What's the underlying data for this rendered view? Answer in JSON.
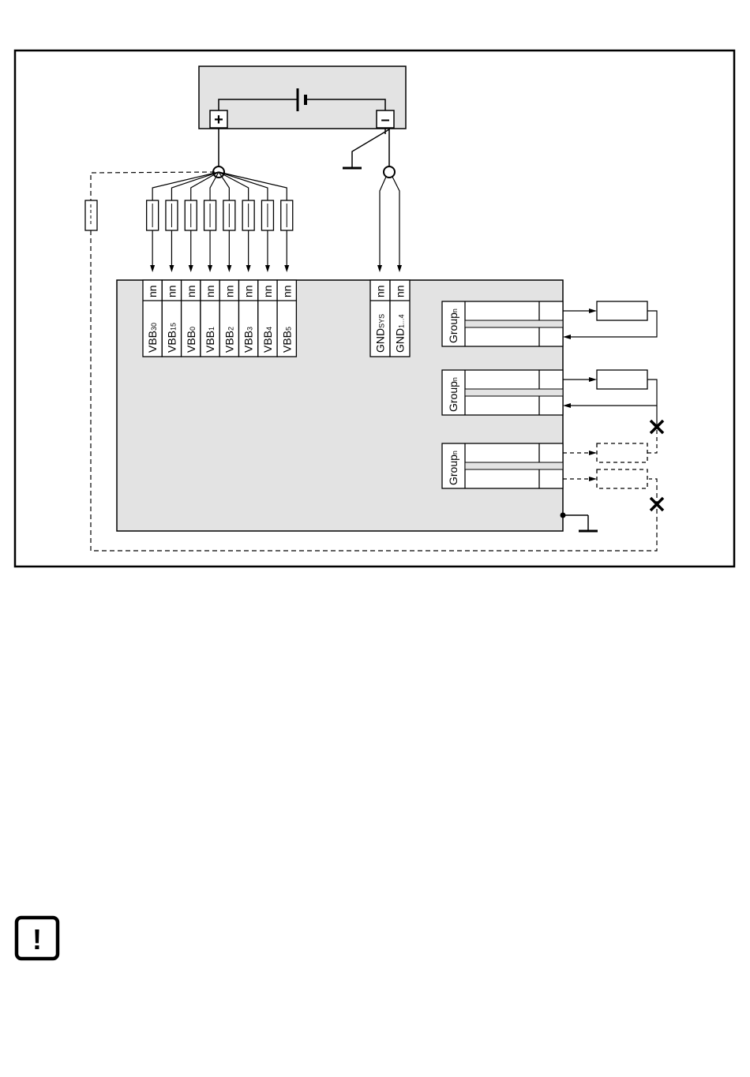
{
  "supply": {
    "plus_symbol": "+",
    "minus_symbol": "–"
  },
  "terminals": {
    "pin_label": "nn",
    "vbb": [
      {
        "base": "VBB",
        "sub": "30"
      },
      {
        "base": "VBB",
        "sub": "15"
      },
      {
        "base": "VBB",
        "sub": "0"
      },
      {
        "base": "VBB",
        "sub": "1"
      },
      {
        "base": "VBB",
        "sub": "2"
      },
      {
        "base": "VBB",
        "sub": "3"
      },
      {
        "base": "VBB",
        "sub": "4"
      },
      {
        "base": "VBB",
        "sub": "5"
      }
    ],
    "gnd": [
      {
        "base": "GND",
        "sub": "SYS"
      },
      {
        "base": "GND",
        "sub": "1...4"
      }
    ]
  },
  "groups": [
    {
      "base": "Group",
      "sub": "n",
      "style": "solid",
      "fault": false
    },
    {
      "base": "Group",
      "sub": "n",
      "style": "solid",
      "fault": true
    },
    {
      "base": "Group",
      "sub": "n",
      "style": "dashed",
      "fault": true
    }
  ],
  "notice": {
    "icon": "exclamation-warning-icon",
    "symbol": "!"
  },
  "colors": {
    "module_fill": "#e3e3e3",
    "line": "#000000"
  }
}
